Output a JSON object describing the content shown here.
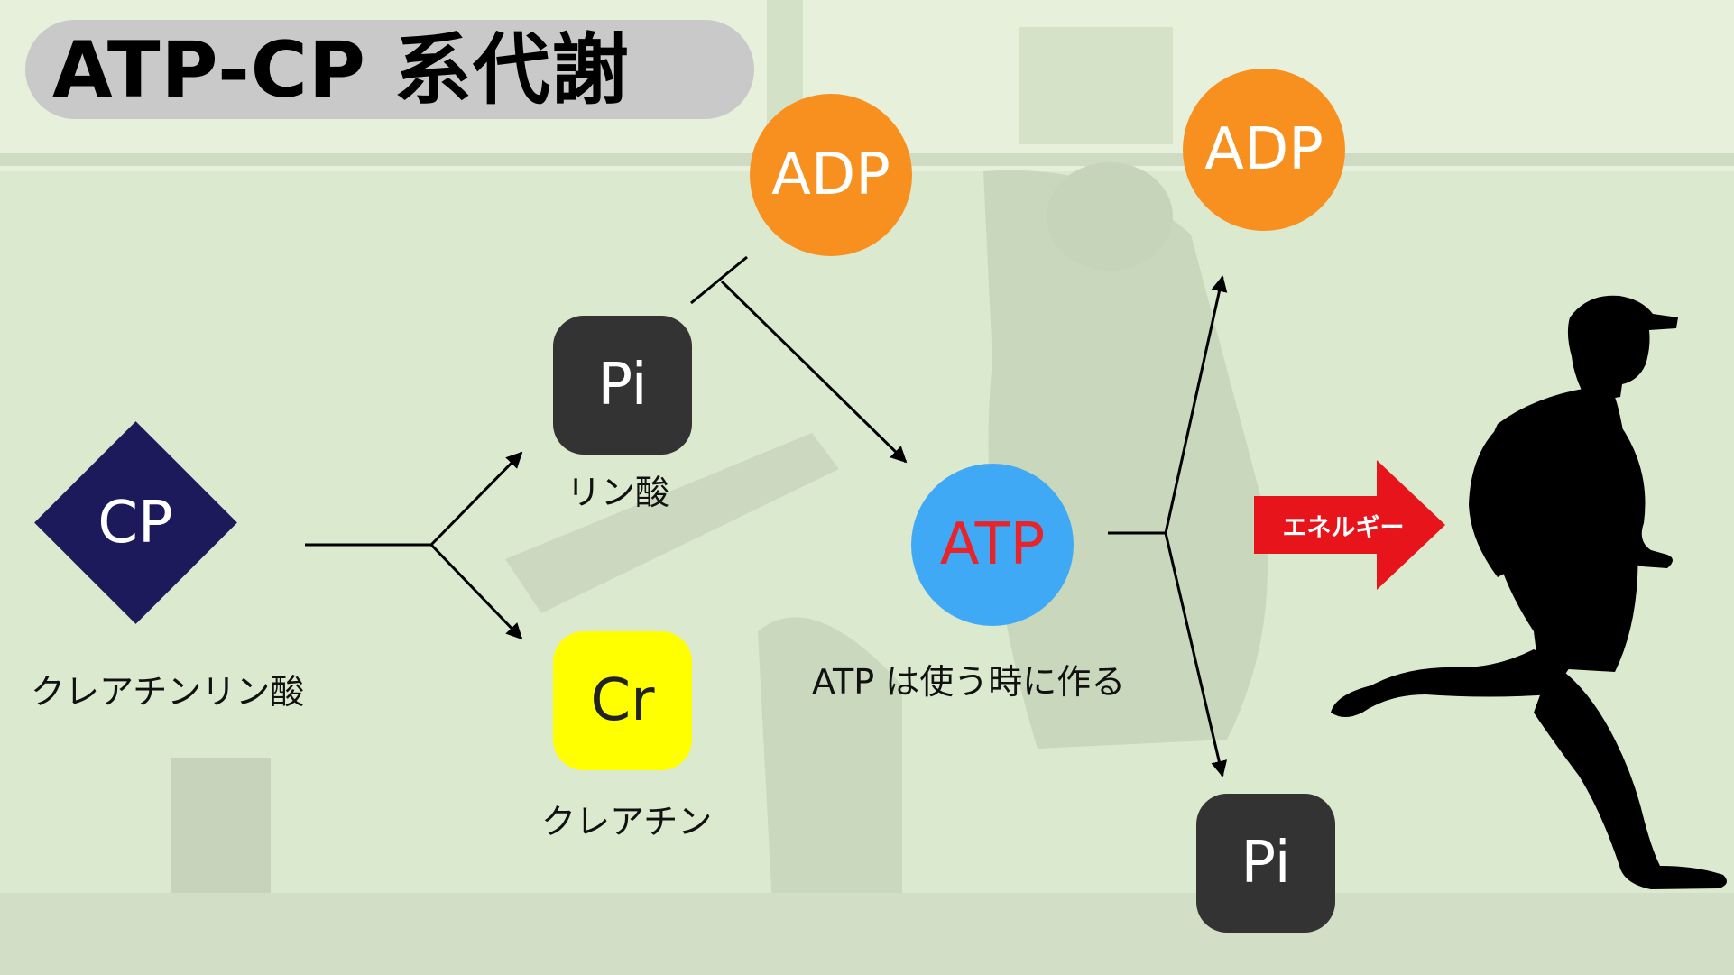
{
  "title": "ATP-CP 系代謝",
  "nodes": {
    "cp": {
      "text": "CP",
      "label": "クレアチンリン酸"
    },
    "pi_left": {
      "text": "Pi",
      "label": "リン酸"
    },
    "cr": {
      "text": "Cr",
      "label": "クレアチン"
    },
    "adp_top": {
      "text": "ADP"
    },
    "atp": {
      "text": "ATP",
      "label": "ATP は使う時に作る"
    },
    "adp_right": {
      "text": "ADP"
    },
    "pi_right": {
      "text": "Pi"
    }
  },
  "energy_label": "エネルギー",
  "colors": {
    "adp": "#f7901e",
    "atp": "#3fa9f5",
    "atp_text": "#e8232a",
    "pi": "#333333",
    "cr": "#ffff00",
    "cp": "#1c1a5a",
    "energy_arrow": "#e8141c",
    "title_pill": "#c9c9c9"
  },
  "icons": {
    "runner": "running-person-silhouette-icon"
  }
}
